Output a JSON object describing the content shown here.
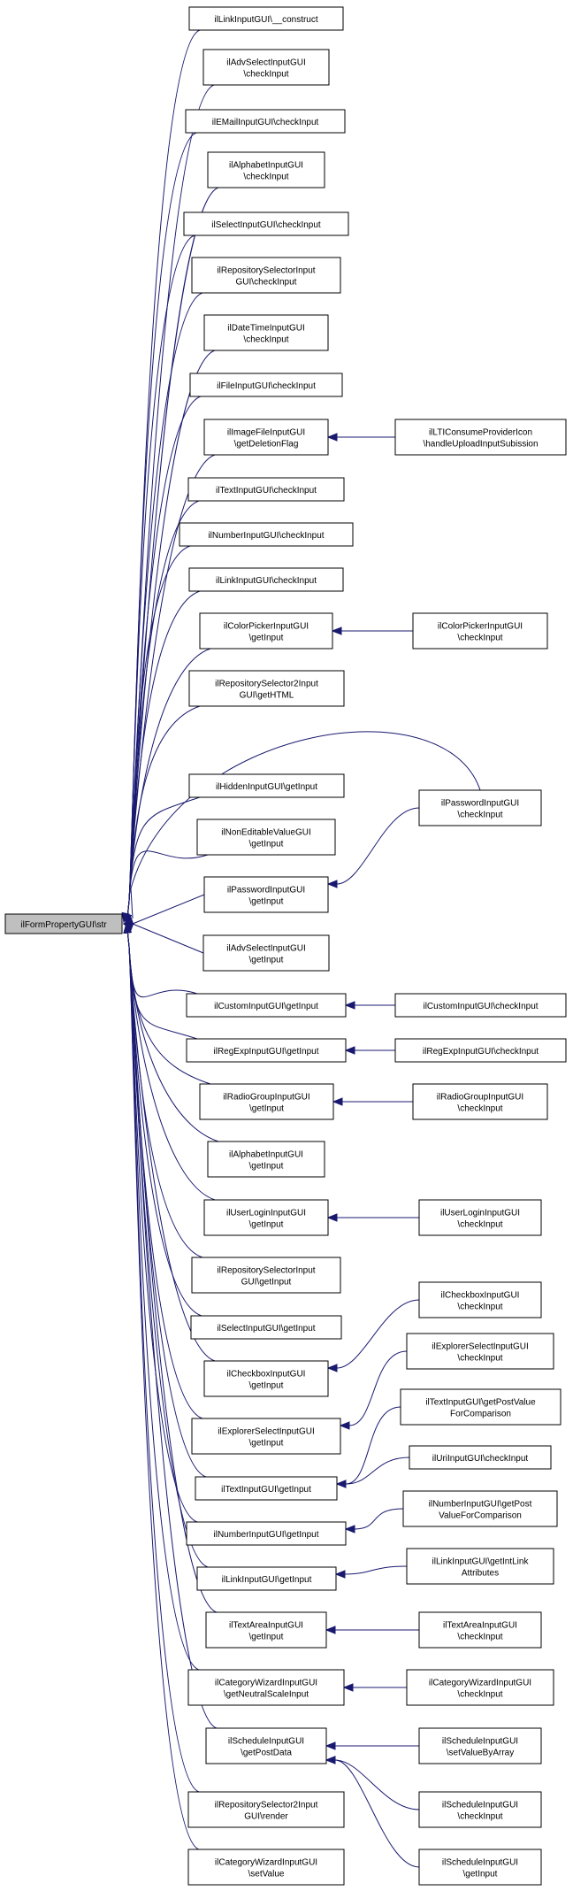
{
  "root": {
    "id": "root",
    "label": [
      "ilFormPropertyGUI\\str"
    ]
  },
  "nodes": [
    {
      "id": "n1",
      "label": [
        "ilLinkInputGUI\\__construct"
      ]
    },
    {
      "id": "n2",
      "label": [
        "ilAdvSelectInputGUI",
        "\\checkInput"
      ]
    },
    {
      "id": "n3",
      "label": [
        "ilEMailInputGUI\\checkInput"
      ]
    },
    {
      "id": "n4",
      "label": [
        "ilAlphabetInputGUI",
        "\\checkInput"
      ]
    },
    {
      "id": "n5",
      "label": [
        "ilSelectInputGUI\\checkInput"
      ]
    },
    {
      "id": "n6",
      "label": [
        "ilRepositorySelectorInput",
        "GUI\\checkInput"
      ]
    },
    {
      "id": "n7",
      "label": [
        "ilDateTimeInputGUI",
        "\\checkInput"
      ]
    },
    {
      "id": "n8",
      "label": [
        "ilFileInputGUI\\checkInput"
      ]
    },
    {
      "id": "n9",
      "label": [
        "ilImageFileInputGUI",
        "\\getDeletionFlag"
      ]
    },
    {
      "id": "n10",
      "label": [
        "ilTextInputGUI\\checkInput"
      ]
    },
    {
      "id": "n11",
      "label": [
        "ilNumberInputGUI\\checkInput"
      ]
    },
    {
      "id": "n12",
      "label": [
        "ilLinkInputGUI\\checkInput"
      ]
    },
    {
      "id": "n13",
      "label": [
        "ilColorPickerInputGUI",
        "\\getInput"
      ]
    },
    {
      "id": "n14",
      "label": [
        "ilRepositorySelector2Input",
        "GUI\\getHTML"
      ]
    },
    {
      "id": "n15",
      "label": [
        "ilHiddenInputGUI\\getInput"
      ]
    },
    {
      "id": "n16",
      "label": [
        "ilNonEditableValueGUI",
        "\\getInput"
      ]
    },
    {
      "id": "n17",
      "label": [
        "ilPasswordInputGUI",
        "\\getInput"
      ]
    },
    {
      "id": "n18",
      "label": [
        "ilAdvSelectInputGUI",
        "\\getInput"
      ]
    },
    {
      "id": "n19",
      "label": [
        "ilCustomInputGUI\\getInput"
      ]
    },
    {
      "id": "n20",
      "label": [
        "ilRegExpInputGUI\\getInput"
      ]
    },
    {
      "id": "n21",
      "label": [
        "ilRadioGroupInputGUI",
        "\\getInput"
      ]
    },
    {
      "id": "n22",
      "label": [
        "ilAlphabetInputGUI",
        "\\getInput"
      ]
    },
    {
      "id": "n23",
      "label": [
        "ilUserLoginInputGUI",
        "\\getInput"
      ]
    },
    {
      "id": "n24",
      "label": [
        "ilRepositorySelectorInput",
        "GUI\\getInput"
      ]
    },
    {
      "id": "n25",
      "label": [
        "ilSelectInputGUI\\getInput"
      ]
    },
    {
      "id": "n26",
      "label": [
        "ilCheckboxInputGUI",
        "\\getInput"
      ]
    },
    {
      "id": "n27",
      "label": [
        "ilExplorerSelectInputGUI",
        "\\getInput"
      ]
    },
    {
      "id": "n28",
      "label": [
        "ilTextInputGUI\\getInput"
      ]
    },
    {
      "id": "n29",
      "label": [
        "ilNumberInputGUI\\getInput"
      ]
    },
    {
      "id": "n30",
      "label": [
        "ilLinkInputGUI\\getInput"
      ]
    },
    {
      "id": "n31",
      "label": [
        "ilTextAreaInputGUI",
        "\\getInput"
      ]
    },
    {
      "id": "n32",
      "label": [
        "ilCategoryWizardInputGUI",
        "\\getNeutralScaleInput"
      ]
    },
    {
      "id": "n33",
      "label": [
        "ilScheduleInputGUI",
        "\\getPostData"
      ]
    },
    {
      "id": "n34",
      "label": [
        "ilRepositorySelector2Input",
        "GUI\\render"
      ]
    },
    {
      "id": "n35",
      "label": [
        "ilCategoryWizardInputGUI",
        "\\setValue"
      ]
    },
    {
      "id": "c1",
      "label": [
        "ilLTIConsumeProviderIcon",
        "\\handleUploadInputSubission"
      ]
    },
    {
      "id": "c2",
      "label": [
        "ilColorPickerInputGUI",
        "\\checkInput"
      ]
    },
    {
      "id": "c3",
      "label": [
        "ilPasswordInputGUI",
        "\\checkInput"
      ]
    },
    {
      "id": "c4",
      "label": [
        "ilCustomInputGUI\\checkInput"
      ]
    },
    {
      "id": "c5",
      "label": [
        "ilRegExpInputGUI\\checkInput"
      ]
    },
    {
      "id": "c6",
      "label": [
        "ilRadioGroupInputGUI",
        "\\checkInput"
      ]
    },
    {
      "id": "c7",
      "label": [
        "ilUserLoginInputGUI",
        "\\checkInput"
      ]
    },
    {
      "id": "c8",
      "label": [
        "ilCheckboxInputGUI",
        "\\checkInput"
      ]
    },
    {
      "id": "c9",
      "label": [
        "ilExplorerSelectInputGUI",
        "\\checkInput"
      ]
    },
    {
      "id": "c10",
      "label": [
        "ilTextInputGUI\\getPostValue",
        "ForComparison"
      ]
    },
    {
      "id": "c11",
      "label": [
        "ilUriInputGUI\\checkInput"
      ]
    },
    {
      "id": "c12",
      "label": [
        "ilNumberInputGUI\\getPost",
        "ValueForComparison"
      ]
    },
    {
      "id": "c13",
      "label": [
        "ilLinkInputGUI\\getIntLink",
        "Attributes"
      ]
    },
    {
      "id": "c14",
      "label": [
        "ilTextAreaInputGUI",
        "\\checkInput"
      ]
    },
    {
      "id": "c15",
      "label": [
        "ilCategoryWizardInputGUI",
        "\\checkInput"
      ]
    },
    {
      "id": "c16",
      "label": [
        "ilScheduleInputGUI",
        "\\setValueByArray"
      ]
    },
    {
      "id": "c17",
      "label": [
        "ilScheduleInputGUI",
        "\\checkInput"
      ]
    },
    {
      "id": "c18",
      "label": [
        "ilScheduleInputGUI",
        "\\getInput"
      ]
    }
  ],
  "edges": [
    [
      "n1",
      "root"
    ],
    [
      "n2",
      "root"
    ],
    [
      "n3",
      "root"
    ],
    [
      "n4",
      "root"
    ],
    [
      "n5",
      "root"
    ],
    [
      "n6",
      "root"
    ],
    [
      "n7",
      "root"
    ],
    [
      "n8",
      "root"
    ],
    [
      "n9",
      "root"
    ],
    [
      "n10",
      "root"
    ],
    [
      "n11",
      "root"
    ],
    [
      "n12",
      "root"
    ],
    [
      "n13",
      "root"
    ],
    [
      "n14",
      "root"
    ],
    [
      "n15",
      "root"
    ],
    [
      "n16",
      "root"
    ],
    [
      "n17",
      "root"
    ],
    [
      "n18",
      "root"
    ],
    [
      "n19",
      "root"
    ],
    [
      "n20",
      "root"
    ],
    [
      "n21",
      "root"
    ],
    [
      "n22",
      "root"
    ],
    [
      "n23",
      "root"
    ],
    [
      "n24",
      "root"
    ],
    [
      "n25",
      "root"
    ],
    [
      "n26",
      "root"
    ],
    [
      "n27",
      "root"
    ],
    [
      "n28",
      "root"
    ],
    [
      "n29",
      "root"
    ],
    [
      "n30",
      "root"
    ],
    [
      "n31",
      "root"
    ],
    [
      "n32",
      "root"
    ],
    [
      "n33",
      "root"
    ],
    [
      "n34",
      "root"
    ],
    [
      "n35",
      "root"
    ],
    [
      "c3",
      "root"
    ],
    [
      "c1",
      "n9"
    ],
    [
      "c2",
      "n13"
    ],
    [
      "c3",
      "n17"
    ],
    [
      "c4",
      "n19"
    ],
    [
      "c5",
      "n20"
    ],
    [
      "c6",
      "n21"
    ],
    [
      "c7",
      "n23"
    ],
    [
      "c8",
      "n26"
    ],
    [
      "c9",
      "n27"
    ],
    [
      "c10",
      "n28"
    ],
    [
      "c11",
      "n28"
    ],
    [
      "c12",
      "n29"
    ],
    [
      "c13",
      "n30"
    ],
    [
      "c14",
      "n31"
    ],
    [
      "c15",
      "n32"
    ],
    [
      "c16",
      "n33"
    ],
    [
      "c17",
      "n33"
    ],
    [
      "c18",
      "n33"
    ]
  ],
  "colors": {
    "edge": "#191970",
    "root_fill": "#bfbfbf",
    "node_fill": "#ffffff",
    "border": "#000000"
  }
}
